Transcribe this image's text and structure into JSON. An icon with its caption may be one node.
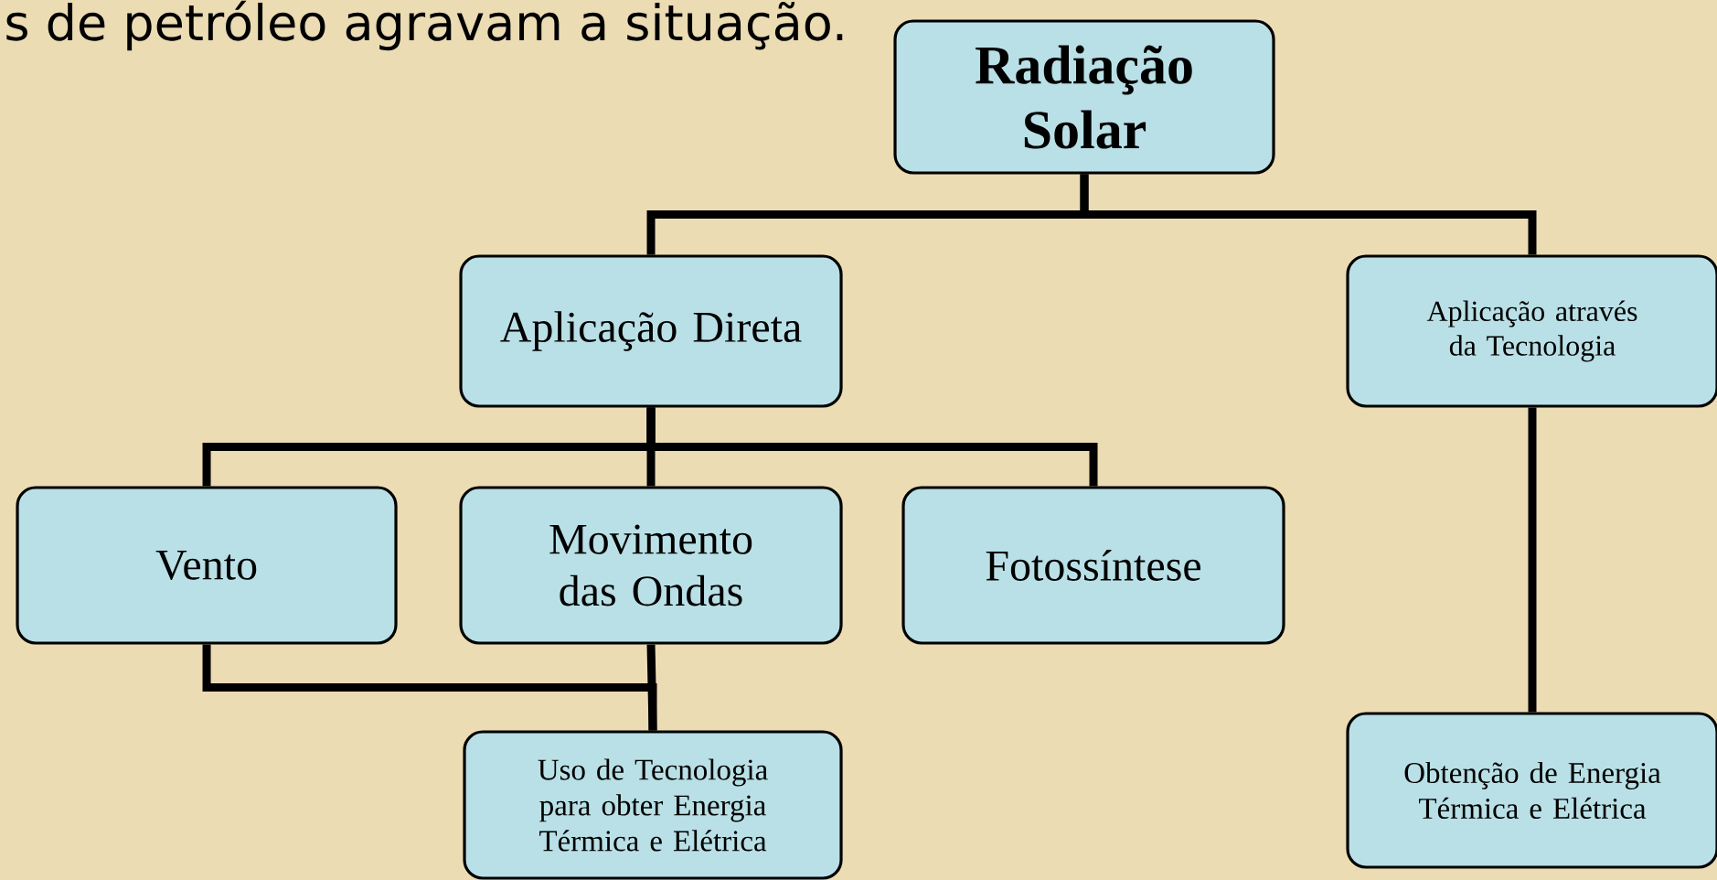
{
  "diagram": {
    "nodes": [
      {
        "text": [
          "Radiação Solar"
        ]
      },
      {
        "text": [
          "Aplicação Direta"
        ]
      },
      {
        "text": [
          "Aplicação através da Tecnologia"
        ]
      },
      {
        "text": [
          "Vento"
        ]
      },
      {
        "text": [
          "Movimento das Ondas"
        ]
      },
      {
        "text": [
          "Fotossíntese"
        ]
      },
      {
        "text": [
          "Uso de Tecnologia para obter Energia Térmica e Elétrica"
        ]
      },
      {
        "text": [
          "Obtenção de Energia Térmica e Elétrica"
        ]
      }
    ],
    "edges": [
      {
        "from": 0,
        "to": 1,
        "arrow": "none"
      },
      {
        "from": 0,
        "to": 2,
        "arrow": "none"
      },
      {
        "from": 1,
        "to": 3,
        "arrow": "none"
      },
      {
        "from": 1,
        "to": 4,
        "arrow": "none"
      },
      {
        "from": 1,
        "to": 5,
        "arrow": "none"
      },
      {
        "from": 4,
        "to": 6,
        "arrow": "none"
      },
      {
        "from": 3,
        "to": 6,
        "arrow": "none"
      },
      {
        "from": 2,
        "to": 7,
        "arrow": "none"
      }
    ],
    "labels": [
      "s de petróleo agravam a situação."
    ]
  }
}
